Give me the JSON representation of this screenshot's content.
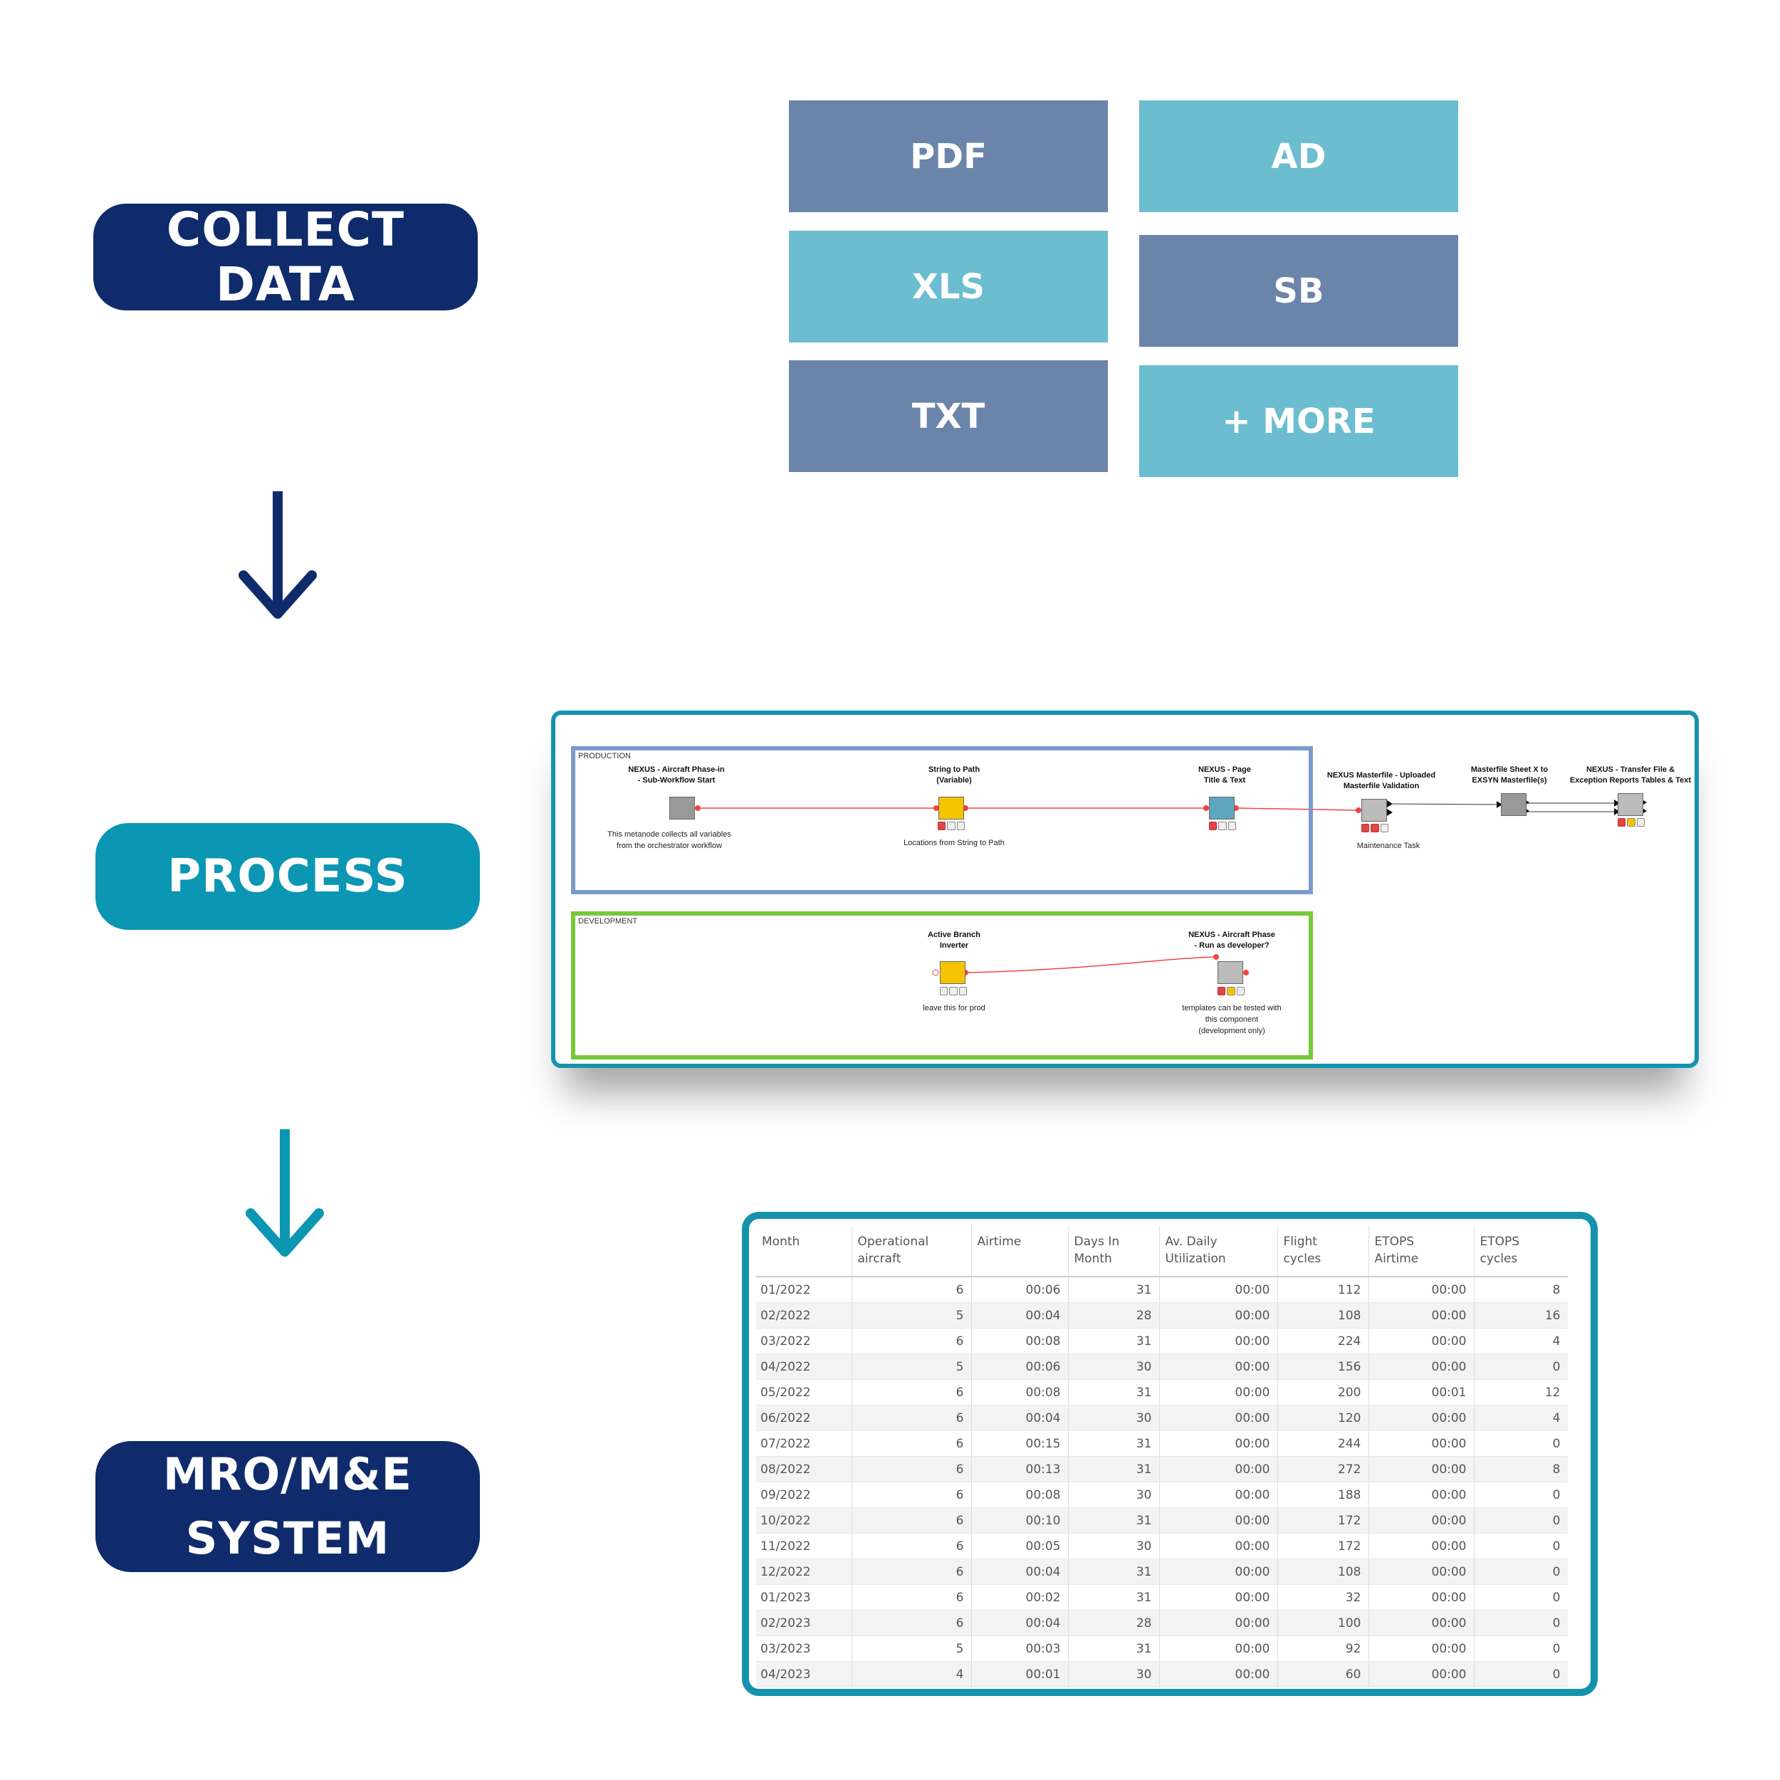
{
  "steps": {
    "collect": "COLLECT DATA",
    "process": "PROCESS",
    "mro_line1": "MRO/M&E",
    "mro_line2": "SYSTEM"
  },
  "file_types": [
    "PDF",
    "AD",
    "XLS",
    "SB",
    "TXT",
    "+ MORE"
  ],
  "colors": {
    "navy": "#0f2b6b",
    "teal": "#0b96b4",
    "tile_dark": "#6b84a9",
    "tile_light": "#6bbdcf",
    "production_border": "#7a9cca",
    "development_border": "#75c93b"
  },
  "workflow": {
    "production_label": "PRODUCTION",
    "development_label": "DEVELOPMENT",
    "nodes": {
      "phase_in_title": "NEXUS - Aircraft Phase-in\n- Sub-Workflow Start",
      "phase_in_note": "This metanode collects all variables\nfrom the orchestrator workflow",
      "string_to_path_title": "String to Path\n(Variable)",
      "string_to_path_note": "Locations from String to Path",
      "page_title": "NEXUS - Page\nTitle & Text",
      "masterfile_title": "NEXUS Masterfile - Uploaded\nMasterfile Validation",
      "masterfile_note": "Maintenance Task",
      "sheet_title": "Masterfile Sheet X to\nEXSYN Masterfile(s)",
      "transfer_title": "NEXUS - Transfer File &\nException Reports Tables & Text",
      "branch_title": "Active Branch\nInverter",
      "branch_note": "leave this for prod",
      "developer_title": "NEXUS - Aircraft Phase\n- Run as developer?",
      "developer_note": "templates can be tested with\nthis component\n(development only)"
    }
  },
  "table": {
    "headers": [
      "Month",
      "Operational\naircraft",
      "Airtime",
      "Days In\nMonth",
      "Av. Daily\nUtilization",
      "Flight\ncycles",
      "ETOPS\nAirtime",
      "ETOPS\ncycles"
    ],
    "rows": [
      [
        "01/2022",
        "6",
        "00:06",
        "31",
        "00:00",
        "112",
        "00:00",
        "8"
      ],
      [
        "02/2022",
        "5",
        "00:04",
        "28",
        "00:00",
        "108",
        "00:00",
        "16"
      ],
      [
        "03/2022",
        "6",
        "00:08",
        "31",
        "00:00",
        "224",
        "00:00",
        "4"
      ],
      [
        "04/2022",
        "5",
        "00:06",
        "30",
        "00:00",
        "156",
        "00:00",
        "0"
      ],
      [
        "05/2022",
        "6",
        "00:08",
        "31",
        "00:00",
        "200",
        "00:01",
        "12"
      ],
      [
        "06/2022",
        "6",
        "00:04",
        "30",
        "00:00",
        "120",
        "00:00",
        "4"
      ],
      [
        "07/2022",
        "6",
        "00:15",
        "31",
        "00:00",
        "244",
        "00:00",
        "0"
      ],
      [
        "08/2022",
        "6",
        "00:13",
        "31",
        "00:00",
        "272",
        "00:00",
        "8"
      ],
      [
        "09/2022",
        "6",
        "00:08",
        "30",
        "00:00",
        "188",
        "00:00",
        "0"
      ],
      [
        "10/2022",
        "6",
        "00:10",
        "31",
        "00:00",
        "172",
        "00:00",
        "0"
      ],
      [
        "11/2022",
        "6",
        "00:05",
        "30",
        "00:00",
        "172",
        "00:00",
        "0"
      ],
      [
        "12/2022",
        "6",
        "00:04",
        "31",
        "00:00",
        "108",
        "00:00",
        "0"
      ],
      [
        "01/2023",
        "6",
        "00:02",
        "31",
        "00:00",
        "32",
        "00:00",
        "0"
      ],
      [
        "02/2023",
        "6",
        "00:04",
        "28",
        "00:00",
        "100",
        "00:00",
        "0"
      ],
      [
        "03/2023",
        "5",
        "00:03",
        "31",
        "00:00",
        "92",
        "00:00",
        "0"
      ],
      [
        "04/2023",
        "4",
        "00:01",
        "30",
        "00:00",
        "60",
        "00:00",
        "0"
      ]
    ]
  }
}
